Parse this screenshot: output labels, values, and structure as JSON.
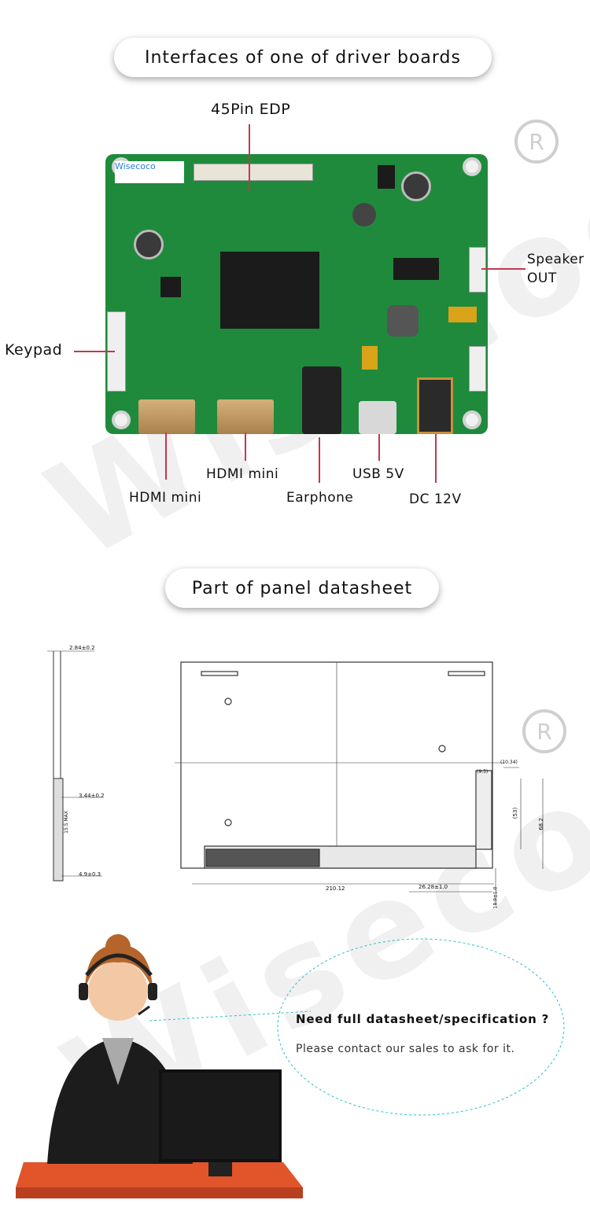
{
  "section1": {
    "title": "Interfaces of one of driver boards",
    "labels": {
      "edp": "45Pin EDP",
      "speaker": "Speaker\nOUT",
      "speaker_line1": "Speaker",
      "speaker_line2": "OUT",
      "keypad": "Keypad",
      "hdmi1": "HDMI mini",
      "hdmi2": "HDMI mini",
      "earphone": "Earphone",
      "usb": "USB 5V",
      "dc": "DC 12V"
    },
    "board_logo": "Wisecoco"
  },
  "section2": {
    "title": "Part of panel datasheet",
    "dimensions": {
      "d1": "2.84±0.2",
      "d2": "3.44±0.2",
      "d3": "4.9±0.3",
      "d4": "210.12",
      "d5": "26.28±1.0",
      "d6": "18.9±1.0",
      "d7": "68.2",
      "d8": "(53)",
      "d9": "(10.34)",
      "d10": "15.5 MAX",
      "d11": "(9.5)"
    }
  },
  "contact": {
    "title": "Need full datasheet/specification ?",
    "text": "Please contact our sales to ask for it."
  },
  "watermark": "Wisecoco",
  "colors": {
    "pcb": "#1f8a3c",
    "leader_line": "#c4384c",
    "bubble_border": "#27c3c9",
    "desk": "#e2542a"
  }
}
